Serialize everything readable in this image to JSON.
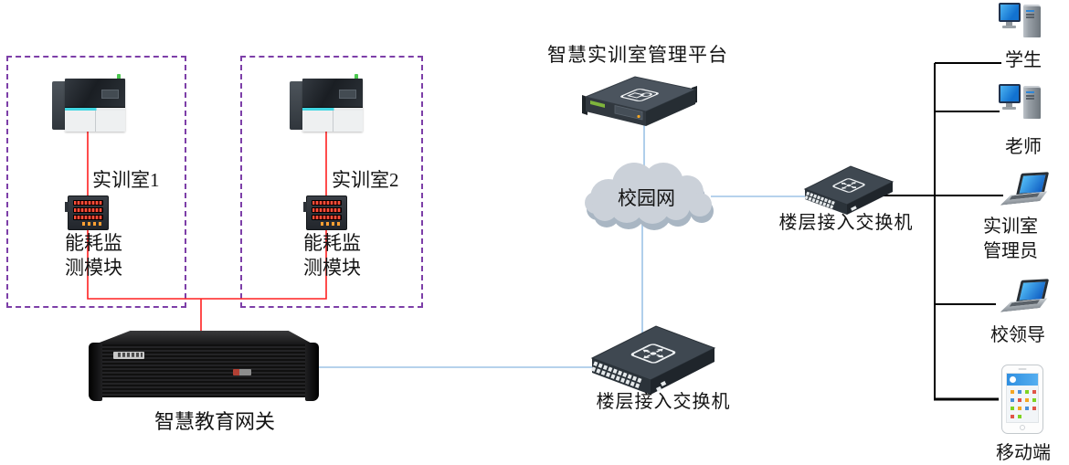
{
  "colors": {
    "room_border": "#7d3fa8",
    "power_line": "#ff2020",
    "network_line": "#9dc3e6",
    "endpoint_line": "#000000",
    "cloud_fill": "#cbd1d9",
    "device_body": "#3f4851",
    "screen_blue": "#1f8ce0"
  },
  "rooms": [
    {
      "label": "实训室1",
      "meter_line1": "能耗监",
      "meter_line2": "测模块"
    },
    {
      "label": "实训室2",
      "meter_line1": "能耗监",
      "meter_line2": "测模块"
    }
  ],
  "gateway": {
    "label": "智慧教育网关"
  },
  "platform": {
    "label": "智慧实训室管理平台"
  },
  "cloud": {
    "label": "校园网"
  },
  "switches": {
    "main": {
      "label": "楼层接入交换机"
    },
    "right": {
      "label": "楼层接入交换机"
    }
  },
  "endpoints": {
    "student": {
      "label": "学生"
    },
    "teacher": {
      "label": "老师"
    },
    "admin": {
      "line1": "实训室",
      "line2": "管理员"
    },
    "leader": {
      "label": "校领导"
    },
    "mobile": {
      "label": "移动端"
    }
  }
}
